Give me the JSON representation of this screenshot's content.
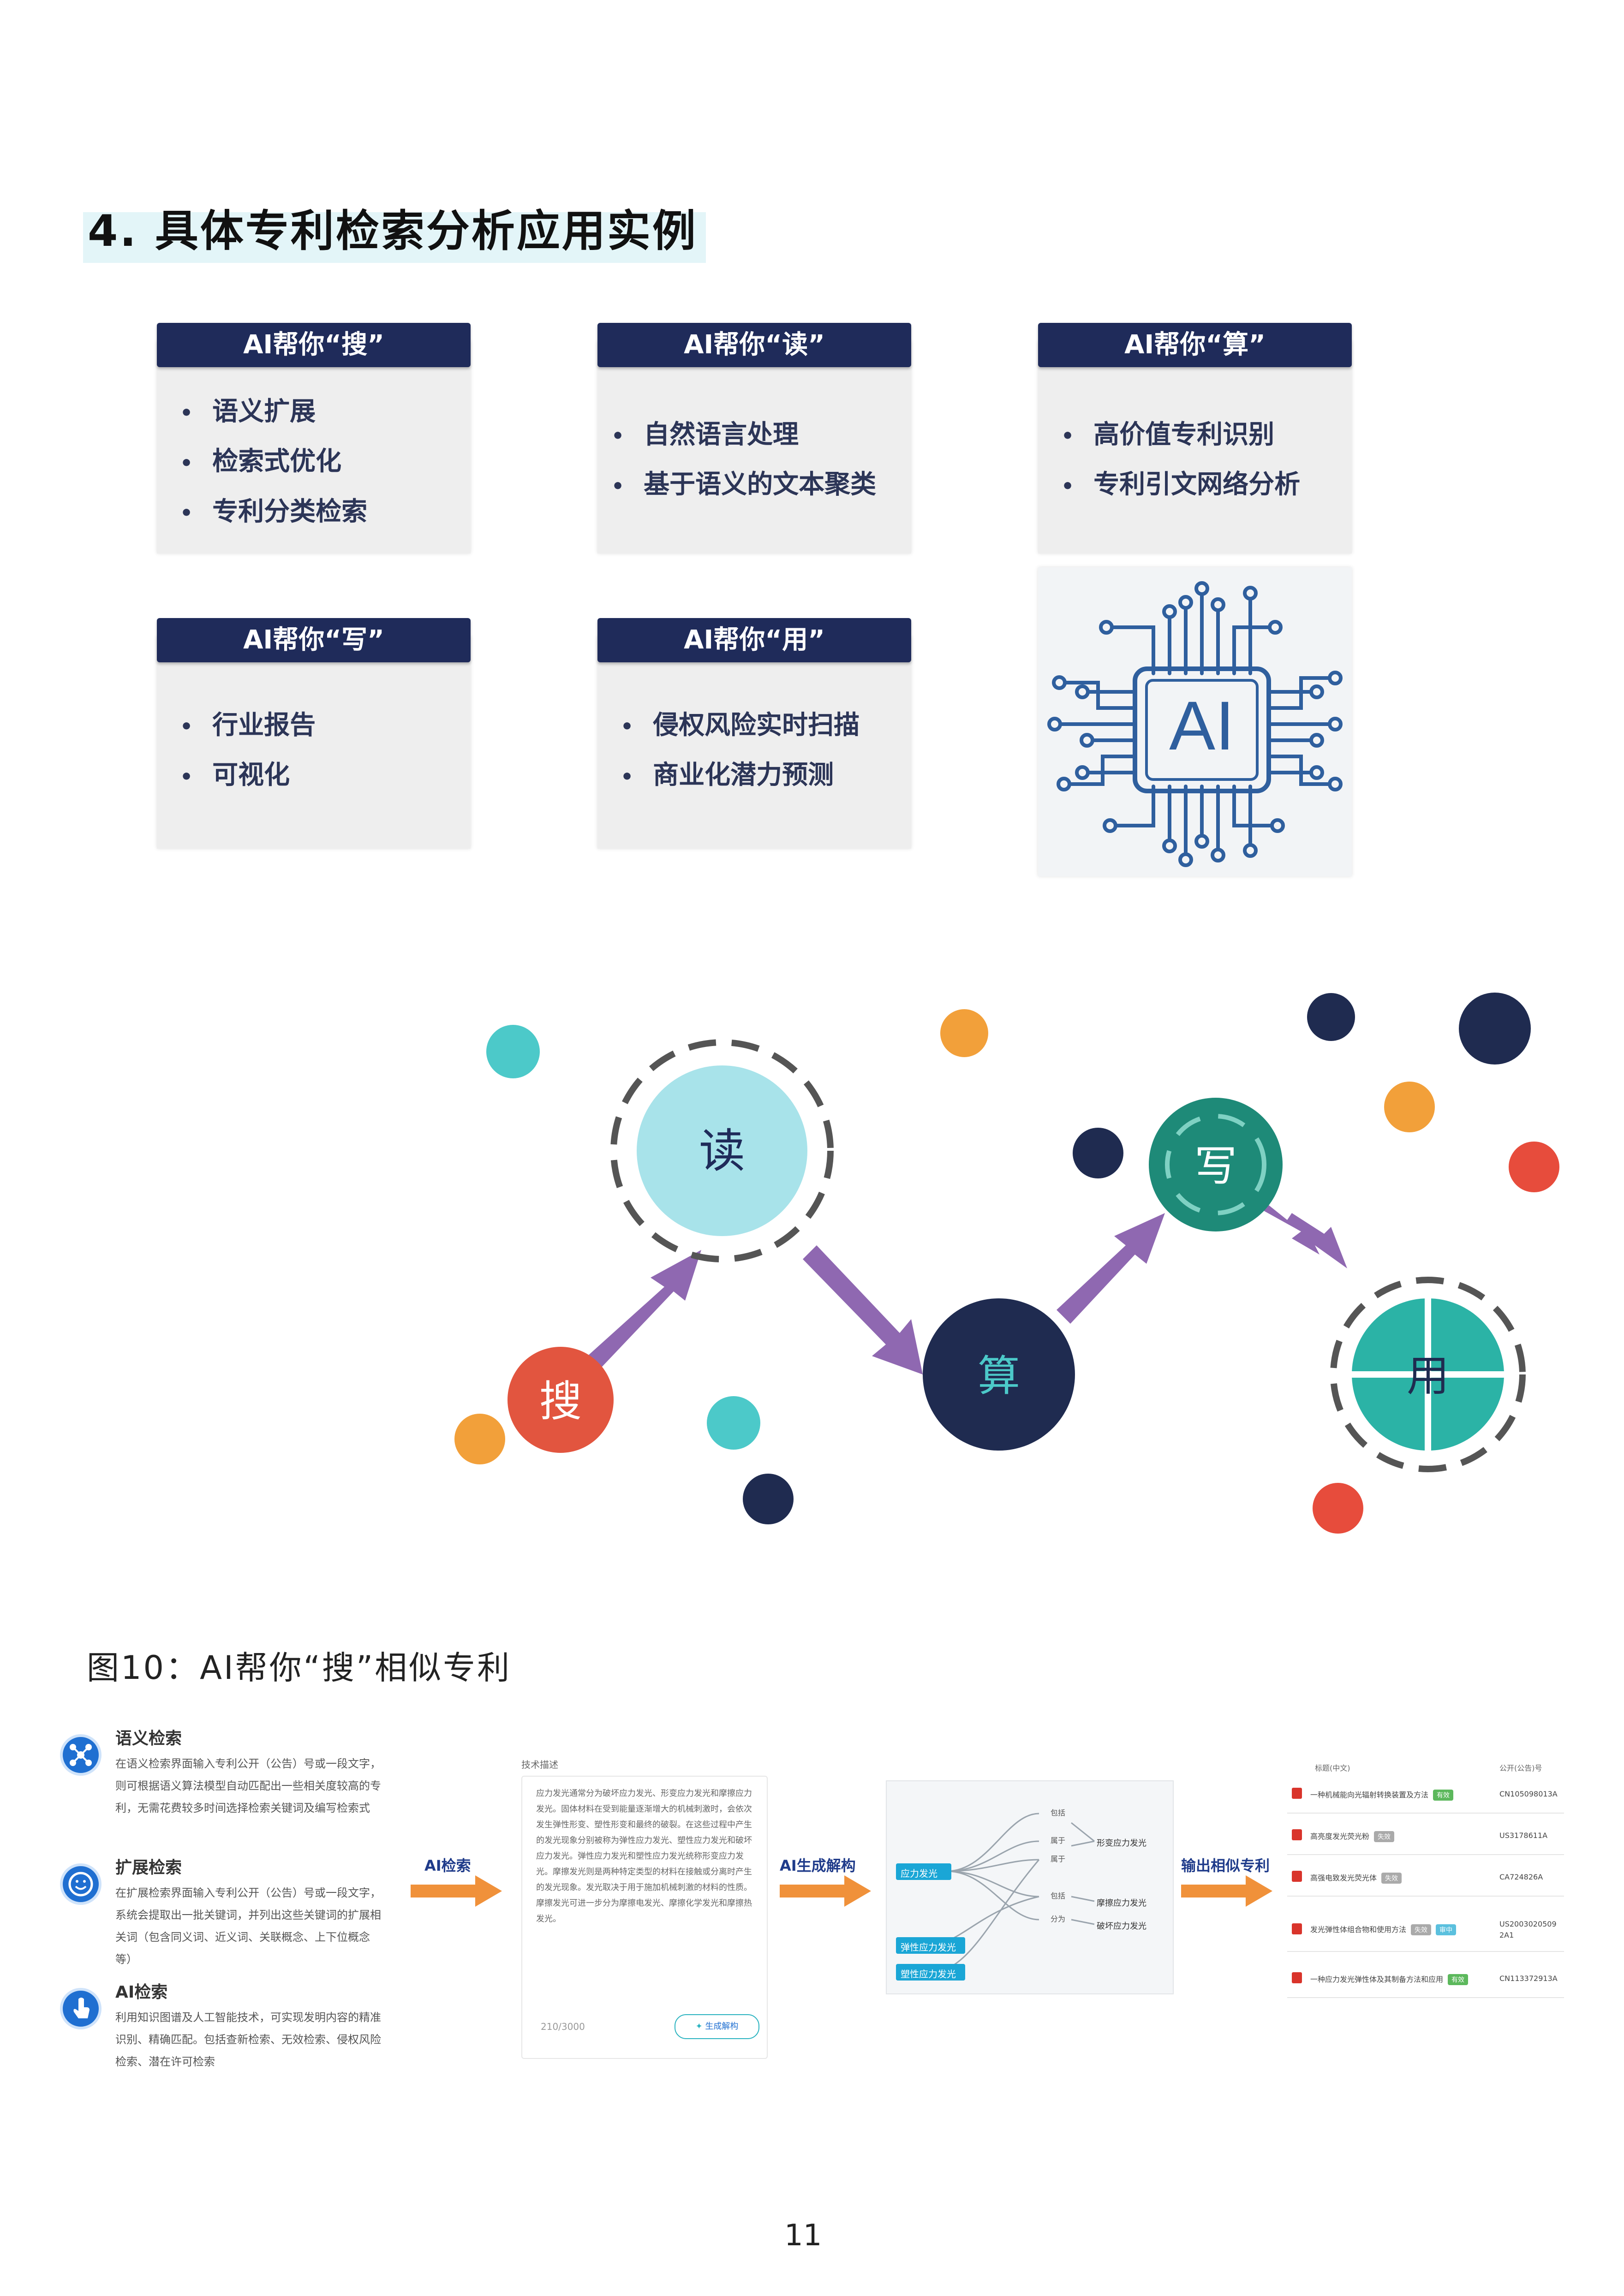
{
  "heading": "4. 具体专利检索分析应用实例",
  "cards": {
    "search": {
      "title": "AI帮你“搜”",
      "items": [
        "语义扩展",
        "检索式优化",
        "专利分类检索"
      ]
    },
    "read": {
      "title": "AI帮你“读”",
      "items": [
        "自然语言处理",
        "基于语义的文本聚类"
      ]
    },
    "compute": {
      "title": "AI帮你“算”",
      "items": [
        "高价值专利识别",
        "专利引文网络分析"
      ]
    },
    "write": {
      "title": "AI帮你“写”",
      "items": [
        "行业报告",
        "可视化"
      ]
    },
    "use": {
      "title": "AI帮你“用”",
      "items": [
        "侵权风险实时扫描",
        "商业化潜力预测"
      ]
    }
  },
  "chip_label": "AI",
  "flow": {
    "search": "搜",
    "read": "读",
    "compute": "算",
    "write": "写",
    "use": "用"
  },
  "figure_caption": "图10：AI帮你“搜”相似专利",
  "features": [
    {
      "title": "语义检索",
      "desc": "在语义检索界面输入专利公开（公告）号或一段文字，则可根据语义算法模型自动匹配出一些相关度较高的专利，无需花费较多时间选择检索关键词及编写检索式"
    },
    {
      "title": "扩展检索",
      "desc": "在扩展检索界面输入专利公开（公告）号或一段文字，系统会提取出一批关键词，并列出这些关键词的扩展相关词（包含同义词、近义词、关联概念、上下位概念等）"
    },
    {
      "title": "AI检索",
      "desc": "利用知识图谱及人工智能技术，可实现发明内容的精准识别、精确匹配。包括查新检索、无效检索、侵权风险检索、潜在许可检索"
    }
  ],
  "steps": {
    "ai_search": "AI检索",
    "ai_parse": "AI生成解构",
    "output": "输出相似专利"
  },
  "tech_box": {
    "label": "技术描述",
    "text": "应力发光通常分为破坏应力发光、形变应力发光和摩擦应力发光。固体材料在受到能量逐渐增大的机械刺激时，会依次发生弹性形变、塑性形变和最终的破裂。在这些过程中产生的发光现象分别被称为弹性应力发光、塑性应力发光和破坏应力发光。弹性应力发光和塑性应力发光统称形变应力发光。摩擦发光则是两种特定类型的材料在接触或分离时产生的发光现象。发光取决于用于施加机械刺激的材料的性质。摩擦发光可进一步分为摩擦电发光、摩擦化学发光和摩擦热发光。",
    "counter": "210/3000",
    "button": "生成解构"
  },
  "mindmap": {
    "root": "应力发光",
    "left_nodes": [
      "弹性应力发光",
      "塑性应力发光"
    ],
    "edge_labels": [
      "包括",
      "属于",
      "属于",
      "包括",
      "分为"
    ],
    "right_nodes": [
      "形变应力发光",
      "摩擦应力发光",
      "破坏应力发光"
    ]
  },
  "results": {
    "col_title": "标题(中文)",
    "col_number": "公开(公告)号",
    "rows": [
      {
        "title": "一种机械能向光辐射转换装置及方法",
        "tag": "有效",
        "tag_color": "#5cb85c",
        "number": "CN105098013A"
      },
      {
        "title": "高亮度发光荧光粉",
        "tag": "失效",
        "tag_color": "#aaaaaa",
        "number": "US3178611A"
      },
      {
        "title": "高强电致发光荧光体",
        "tag": "失效",
        "tag_color": "#aaaaaa",
        "number": "CA724826A"
      },
      {
        "title": "发光弹性体组合物和使用方法",
        "tag": "失效",
        "tag_color": "#aaaaaa",
        "tag2": "审中",
        "tag2_color": "#5bc0de",
        "number": "US2003020509 2A1"
      },
      {
        "title": "一种应力发光弹性体及其制备方法和应用",
        "tag": "有效",
        "tag_color": "#5cb85c",
        "number": "CN113372913A"
      }
    ]
  },
  "page_number": "11"
}
